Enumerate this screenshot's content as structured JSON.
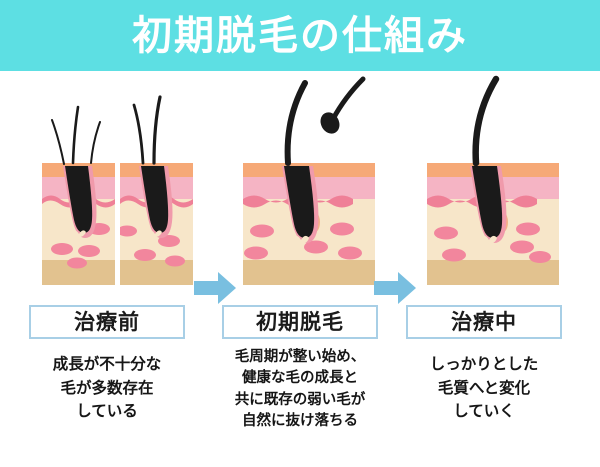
{
  "header": {
    "title": "初期脱毛の仕組み",
    "background_color": "#5ddfe3",
    "text_color": "#ffffff"
  },
  "theme": {
    "accent_turquoise": "#5ddfe3",
    "arrow_blue": "#79bfe0",
    "caption_border": "#a8cfe6",
    "skin_top_peach": "#f6a977",
    "skin_epidermis_pink": "#f5b4c4",
    "skin_wave_pink": "#ef8097",
    "skin_dermis_cream": "#f7e6c9",
    "skin_subcutaneous_tan": "#e2c28f",
    "cell_pink": "#f2869d",
    "hair_black": "#1a1a1a",
    "follicle_pink": "#f09aab",
    "gland_peach": "#f4b089"
  },
  "panels": [
    {
      "id": "before-treatment",
      "caption": "治療前",
      "description_lines": [
        "成長が不十分な",
        "毛が多数存在",
        "している"
      ],
      "skin_blocks": 2,
      "hair_state": "thin-weak-multiple",
      "hair_count": 3
    },
    {
      "id": "initial-shedding",
      "caption": "初期脱毛",
      "description_lines": [
        "毛周期が整い始め、",
        "健康な毛の成長と",
        "共に既存の弱い毛が",
        "自然に抜け落ちる"
      ],
      "skin_blocks": 1,
      "hair_state": "healthy-with-shed-hair",
      "hair_count": 1,
      "shed_hair_visible": true
    },
    {
      "id": "during-treatment",
      "caption": "治療中",
      "description_lines": [
        "しっかりとした",
        "毛質へと変化",
        "していく"
      ],
      "skin_blocks": 1,
      "hair_state": "thick-healthy",
      "hair_count": 1
    }
  ],
  "arrows": [
    {
      "id": "arrow-1",
      "direction": "right",
      "color": "#79bfe0"
    },
    {
      "id": "arrow-2",
      "direction": "right",
      "color": "#79bfe0"
    }
  ]
}
